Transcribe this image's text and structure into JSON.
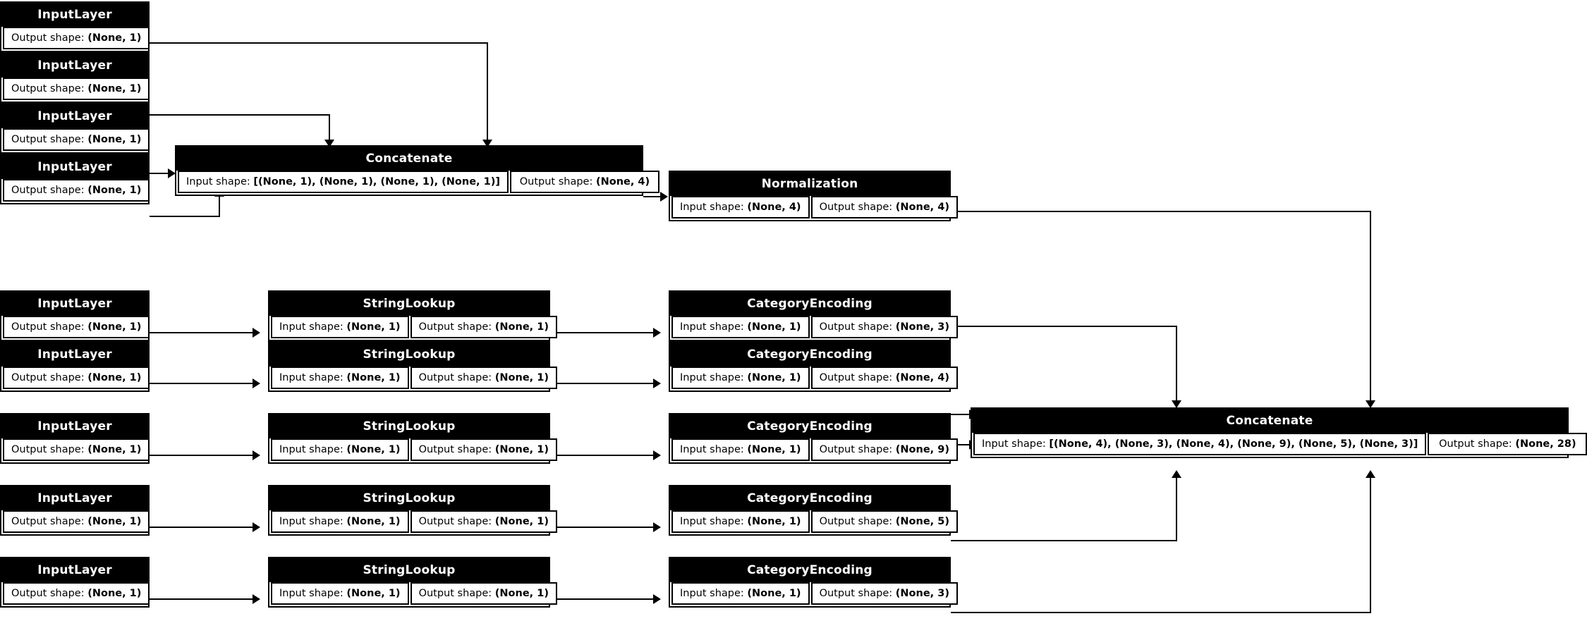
{
  "diagram": {
    "kind": "keras-model-plot",
    "port_labels": {
      "input": "Input shape:",
      "output": "Output shape:"
    },
    "nodes": [
      {
        "id": "in1",
        "type": "InputLayer",
        "output": "(None, 1)"
      },
      {
        "id": "in2",
        "type": "InputLayer",
        "output": "(None, 1)"
      },
      {
        "id": "in3",
        "type": "InputLayer",
        "output": "(None, 1)"
      },
      {
        "id": "in4",
        "type": "InputLayer",
        "output": "(None, 1)"
      },
      {
        "id": "in5",
        "type": "InputLayer",
        "output": "(None, 1)"
      },
      {
        "id": "in6",
        "type": "InputLayer",
        "output": "(None, 1)"
      },
      {
        "id": "in7",
        "type": "InputLayer",
        "output": "(None, 1)"
      },
      {
        "id": "in8",
        "type": "InputLayer",
        "output": "(None, 1)"
      },
      {
        "id": "in9",
        "type": "InputLayer",
        "output": "(None, 1)"
      },
      {
        "id": "concat1",
        "type": "Concatenate",
        "input": "[(None, 1), (None, 1), (None, 1), (None, 1)]",
        "output": "(None, 4)"
      },
      {
        "id": "norm",
        "type": "Normalization",
        "input": "(None, 4)",
        "output": "(None, 4)"
      },
      {
        "id": "sl1",
        "type": "StringLookup",
        "input": "(None, 1)",
        "output": "(None, 1)"
      },
      {
        "id": "sl2",
        "type": "StringLookup",
        "input": "(None, 1)",
        "output": "(None, 1)"
      },
      {
        "id": "sl3",
        "type": "StringLookup",
        "input": "(None, 1)",
        "output": "(None, 1)"
      },
      {
        "id": "sl4",
        "type": "StringLookup",
        "input": "(None, 1)",
        "output": "(None, 1)"
      },
      {
        "id": "sl5",
        "type": "StringLookup",
        "input": "(None, 1)",
        "output": "(None, 1)"
      },
      {
        "id": "ce1",
        "type": "CategoryEncoding",
        "input": "(None, 1)",
        "output": "(None, 3)"
      },
      {
        "id": "ce2",
        "type": "CategoryEncoding",
        "input": "(None, 1)",
        "output": "(None, 4)"
      },
      {
        "id": "ce3",
        "type": "CategoryEncoding",
        "input": "(None, 1)",
        "output": "(None, 9)"
      },
      {
        "id": "ce4",
        "type": "CategoryEncoding",
        "input": "(None, 1)",
        "output": "(None, 5)"
      },
      {
        "id": "ce5",
        "type": "CategoryEncoding",
        "input": "(None, 1)",
        "output": "(None, 3)"
      },
      {
        "id": "concat2",
        "type": "Concatenate",
        "input": "[(None, 4), (None, 3), (None, 4), (None, 9), (None, 5), (None, 3)]",
        "output": "(None, 28)"
      }
    ],
    "colors": {
      "header_bg": "#000000",
      "header_fg": "#ffffff",
      "body_bg": "#ffffff",
      "stroke": "#000000"
    }
  }
}
